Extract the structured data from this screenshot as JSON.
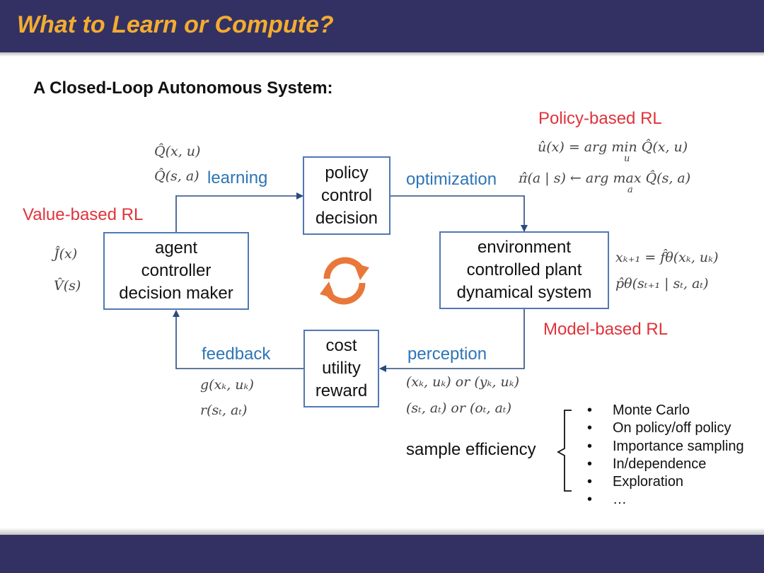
{
  "title": "What to Learn or Compute?",
  "subtitle": "A Closed-Loop Autonomous System:",
  "nodes": {
    "policy": [
      "policy",
      "control",
      "decision"
    ],
    "agent": [
      "agent",
      "controller",
      "decision maker"
    ],
    "environment": [
      "environment",
      "controlled plant",
      "dynamical system"
    ],
    "cost": [
      "cost",
      "utility",
      "reward"
    ]
  },
  "edges": {
    "learning": "learning",
    "optimization": "optimization",
    "feedback": "feedback",
    "perception": "perception"
  },
  "categories": {
    "policy_based": "Policy-based RL",
    "value_based": "Value-based RL",
    "model_based": "Model-based RL"
  },
  "formulas": {
    "q_xu": "Q̂(x, u)",
    "q_sa": "Q̂(s, a)",
    "j_x": "Ĵ(x)",
    "v_s": "V̂(s)",
    "u_hat": "û(x) = arg min Q̂(x, u)",
    "u_hat_sub": "u",
    "pi_hat": "π̂(a | s) ← arg max Q̂(s, a)",
    "pi_hat_sub": "a",
    "dynamics": "xₖ₊₁ = f̂θ(xₖ, uₖ)",
    "transition": "p̂θ(sₜ₊₁ | sₜ, aₜ)",
    "cost_g": "g(xₖ, uₖ)",
    "reward_r": "r(sₜ, aₜ)",
    "obs_1": "(xₖ, uₖ) or (yₖ, uₖ)",
    "obs_2": "(sₜ, aₜ) or (oₜ, aₜ)"
  },
  "sample_efficiency": {
    "label": "sample efficiency",
    "items": [
      "Monte Carlo",
      "On policy/off policy",
      "Importance sampling",
      "In/dependence",
      "Exploration",
      "…"
    ]
  },
  "colors": {
    "header": "#333164",
    "title": "#f3ac2f",
    "edge_label": "#2e75b6",
    "category": "#e0333b",
    "box_border": "#5078b5",
    "cycle_icon": "#e8783a"
  }
}
